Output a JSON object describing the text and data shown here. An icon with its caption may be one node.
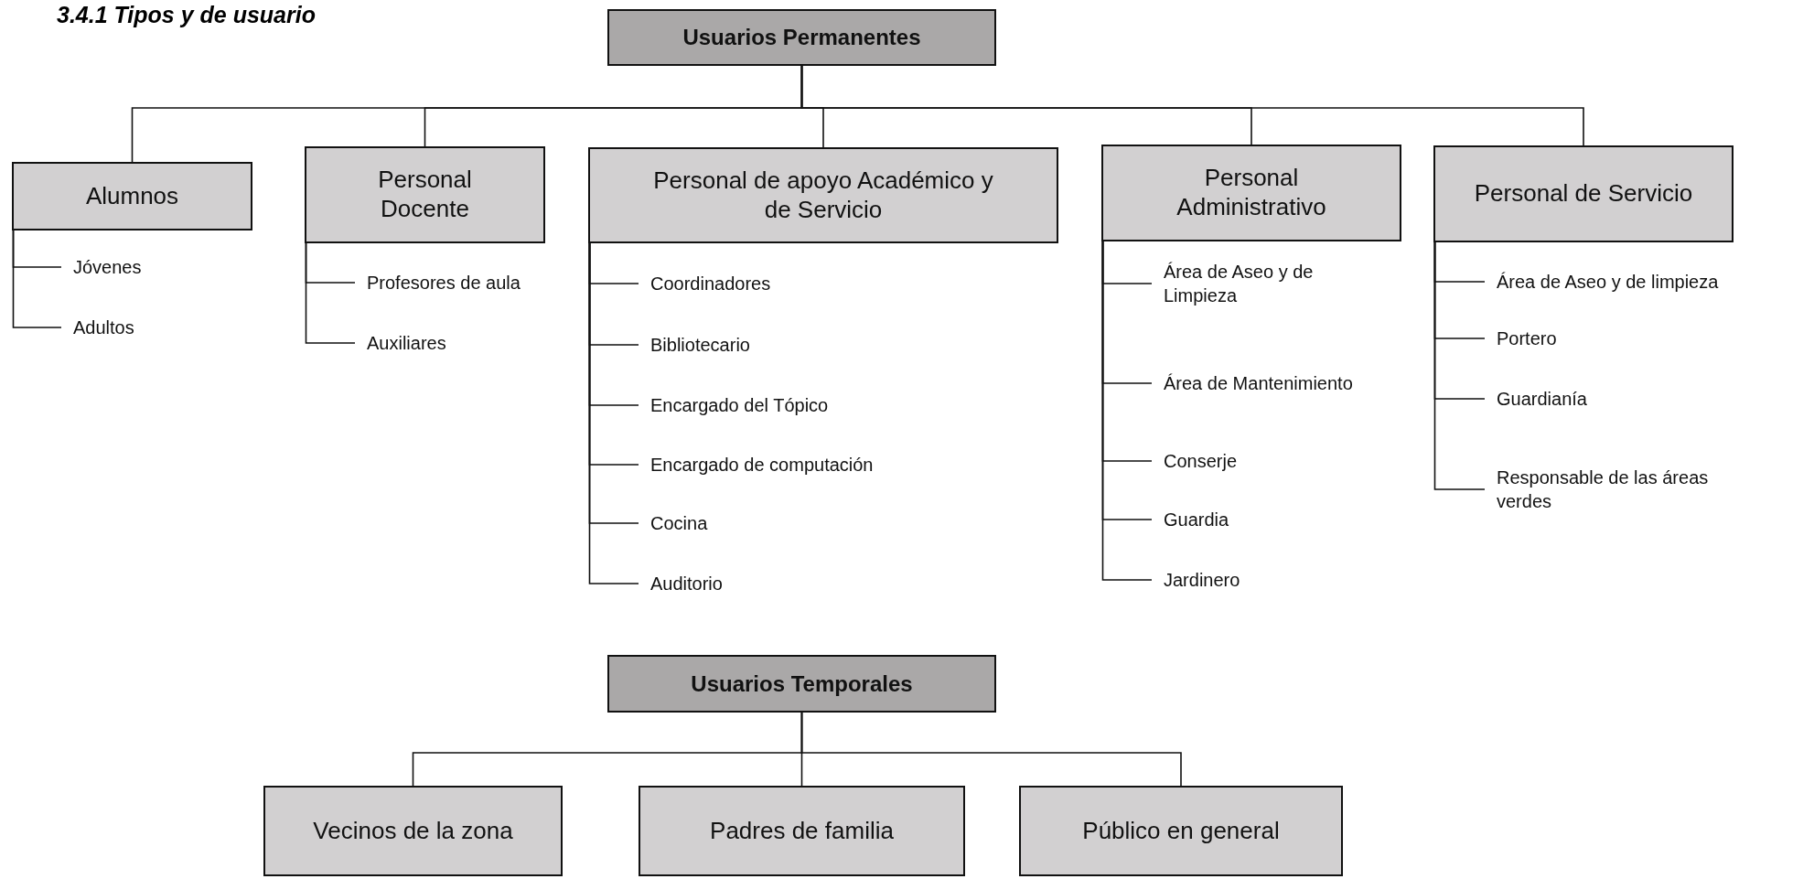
{
  "diagram": {
    "title": "3.4.1 Tipos y de usuario",
    "nodes": [
      {
        "text": [
          "Usuarios Permanentes"
        ]
      },
      {
        "text": [
          "Alumnos"
        ]
      },
      {
        "text": [
          "Jóvenes"
        ]
      },
      {
        "text": [
          "Adultos"
        ]
      },
      {
        "text": [
          "Personal Docente"
        ]
      },
      {
        "text": [
          "Profesores de aula"
        ]
      },
      {
        "text": [
          "Auxiliares"
        ]
      },
      {
        "text": [
          "Personal de apoyo Académico y de Servicio"
        ]
      },
      {
        "text": [
          "Coordinadores"
        ]
      },
      {
        "text": [
          "Bibliotecario"
        ]
      },
      {
        "text": [
          "Encargado del Tópico"
        ]
      },
      {
        "text": [
          "Encargado de computación"
        ]
      },
      {
        "text": [
          "Cocina"
        ]
      },
      {
        "text": [
          "Auditorio"
        ]
      },
      {
        "text": [
          "Personal Administrativo"
        ]
      },
      {
        "text": [
          "Área de Aseo y de Limpieza"
        ]
      },
      {
        "text": [
          "Área de Mantenimiento"
        ]
      },
      {
        "text": [
          "Conserje"
        ]
      },
      {
        "text": [
          "Guardia"
        ]
      },
      {
        "text": [
          "Jardinero"
        ]
      },
      {
        "text": [
          "Personal de Servicio"
        ]
      },
      {
        "text": [
          "Área de Aseo y de limpieza"
        ]
      },
      {
        "text": [
          "Portero"
        ]
      },
      {
        "text": [
          "Guardianía"
        ]
      },
      {
        "text": [
          "Responsable de las áreas verdes"
        ]
      },
      {
        "text": [
          "Usuarios Temporales"
        ]
      },
      {
        "text": [
          "Vecinos de la zona"
        ]
      },
      {
        "text": [
          "Padres de familia"
        ]
      },
      {
        "text": [
          "Público en general"
        ]
      }
    ],
    "edges": [
      {
        "from": 0,
        "to": 1,
        "arrow": "none"
      },
      {
        "from": 0,
        "to": 4,
        "arrow": "none"
      },
      {
        "from": 0,
        "to": 7,
        "arrow": "none"
      },
      {
        "from": 0,
        "to": 14,
        "arrow": "none"
      },
      {
        "from": 0,
        "to": 20,
        "arrow": "none"
      },
      {
        "from": 1,
        "to": 2,
        "arrow": "none"
      },
      {
        "from": 1,
        "to": 3,
        "arrow": "none"
      },
      {
        "from": 4,
        "to": 5,
        "arrow": "none"
      },
      {
        "from": 4,
        "to": 6,
        "arrow": "none"
      },
      {
        "from": 7,
        "to": 8,
        "arrow": "none"
      },
      {
        "from": 7,
        "to": 9,
        "arrow": "none"
      },
      {
        "from": 7,
        "to": 10,
        "arrow": "none"
      },
      {
        "from": 7,
        "to": 11,
        "arrow": "none"
      },
      {
        "from": 7,
        "to": 12,
        "arrow": "none"
      },
      {
        "from": 7,
        "to": 13,
        "arrow": "none"
      },
      {
        "from": 14,
        "to": 15,
        "arrow": "none"
      },
      {
        "from": 14,
        "to": 16,
        "arrow": "none"
      },
      {
        "from": 14,
        "to": 17,
        "arrow": "none"
      },
      {
        "from": 14,
        "to": 18,
        "arrow": "none"
      },
      {
        "from": 14,
        "to": 19,
        "arrow": "none"
      },
      {
        "from": 20,
        "to": 21,
        "arrow": "none"
      },
      {
        "from": 20,
        "to": 22,
        "arrow": "none"
      },
      {
        "from": 20,
        "to": 23,
        "arrow": "none"
      },
      {
        "from": 20,
        "to": 24,
        "arrow": "none"
      },
      {
        "from": 25,
        "to": 26,
        "arrow": "none"
      },
      {
        "from": 25,
        "to": 27,
        "arrow": "none"
      },
      {
        "from": 25,
        "to": 28,
        "arrow": "none"
      }
    ]
  }
}
